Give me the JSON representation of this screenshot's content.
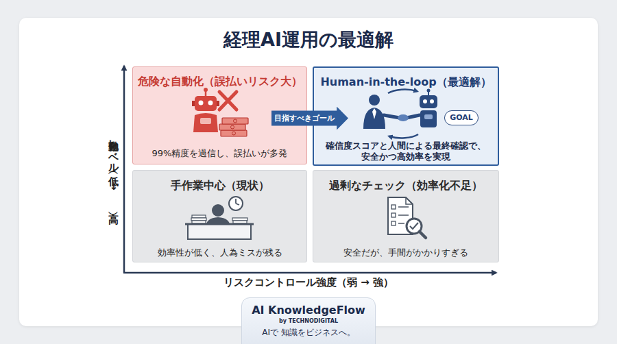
{
  "diagram": {
    "title": "経理AI運用の最適解",
    "nodes": [
      {
        "text": [
          "危険な自動化（誤払いリスク大）",
          "99%精度を過信し、誤払いが多発"
        ]
      },
      {
        "text": [
          "Human-in-the-loop（最適解）",
          "確信度スコアと人間による最終確認で、 安全かつ高効率を実現"
        ]
      },
      {
        "text": [
          "GOAL"
        ],
        "in": 1
      },
      {
        "text": [
          "手作業中心（現状）",
          "効率性が低く、人為ミスが残る"
        ]
      },
      {
        "text": [
          "過剰なチェック（効率化不足）",
          "安全だが、手間がかかりすぎる"
        ]
      },
      {
        "text": [
          "AI KnowledgeFlow",
          "by TECHNODIGITAL",
          "AIで 知識をビジネスへ。"
        ]
      }
    ],
    "edges": [
      {
        "from": 0,
        "to": 1,
        "arrow": "to",
        "label": "目指すべきゴール"
      }
    ],
    "labels": [
      "自動化レベル（低 ↓ 高）",
      "リスクコントロール強度（弱 → 強）"
    ]
  }
}
